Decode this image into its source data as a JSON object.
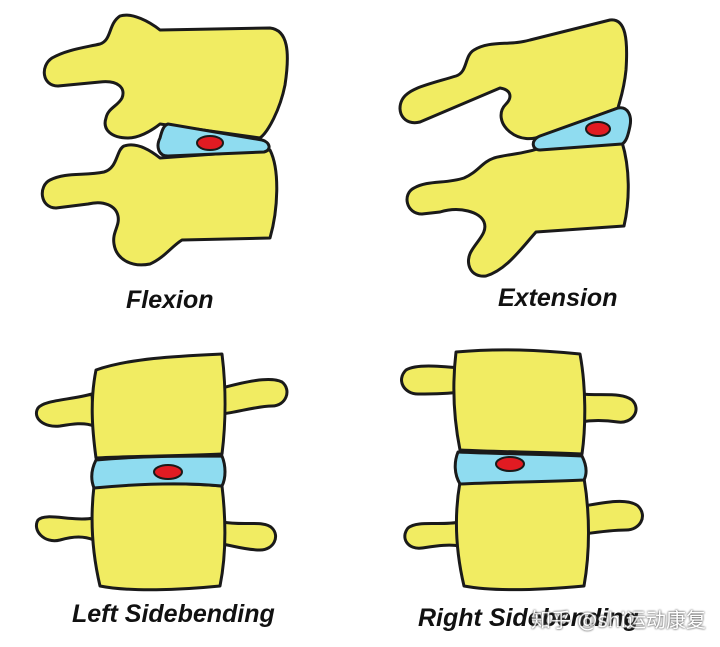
{
  "panels": [
    {
      "key": "flexion",
      "label": "Flexion"
    },
    {
      "key": "extension",
      "label": "Extension"
    },
    {
      "key": "left",
      "label": "Left Sidebending"
    },
    {
      "key": "right",
      "label": "Right Sidebending"
    }
  ],
  "watermark": "知乎 @shi运动康复",
  "colors": {
    "bone": "#f1ec62",
    "outline": "#1a1a1a",
    "disc": "#8fdcf0",
    "nucleus": "#e11b22"
  }
}
